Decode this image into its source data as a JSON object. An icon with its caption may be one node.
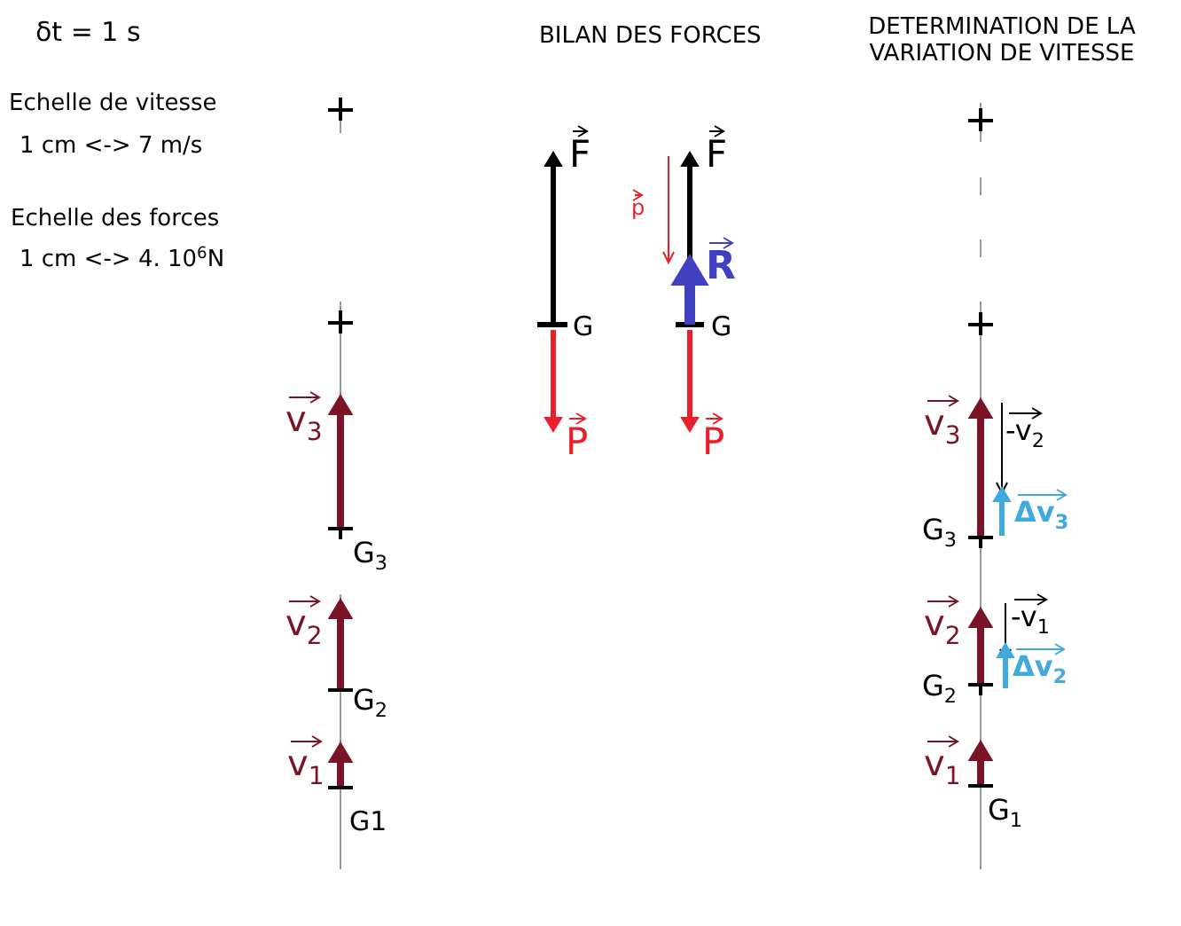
{
  "diagram": {
    "labels": [
      "δt = 1 s",
      "Echelle de vitesse",
      "1 cm <-> 7 m/s",
      "Echelle des forces",
      "1 cm <-> 4. 10$^{6}$N",
      "BILAN DES FORCES",
      "DETERMINATION DE LA VARIATION DE VITESSE",
      "F",
      "F",
      "p",
      "R",
      "G",
      "G",
      "P",
      "P",
      "v$_{3}$",
      "G$_{3}$",
      "v$_{2}$",
      "G$_{2}$",
      "v$_{1}$",
      "G1",
      "v$_{3}$",
      "-v$_{2}$",
      "Δv$_{3}$",
      "G$_{3}$",
      "v$_{2}$",
      "-v$_{1}$",
      "Δv$_{2}$",
      "G$_{2}$",
      "v$_{1}$",
      "G$_{1}$"
    ]
  }
}
